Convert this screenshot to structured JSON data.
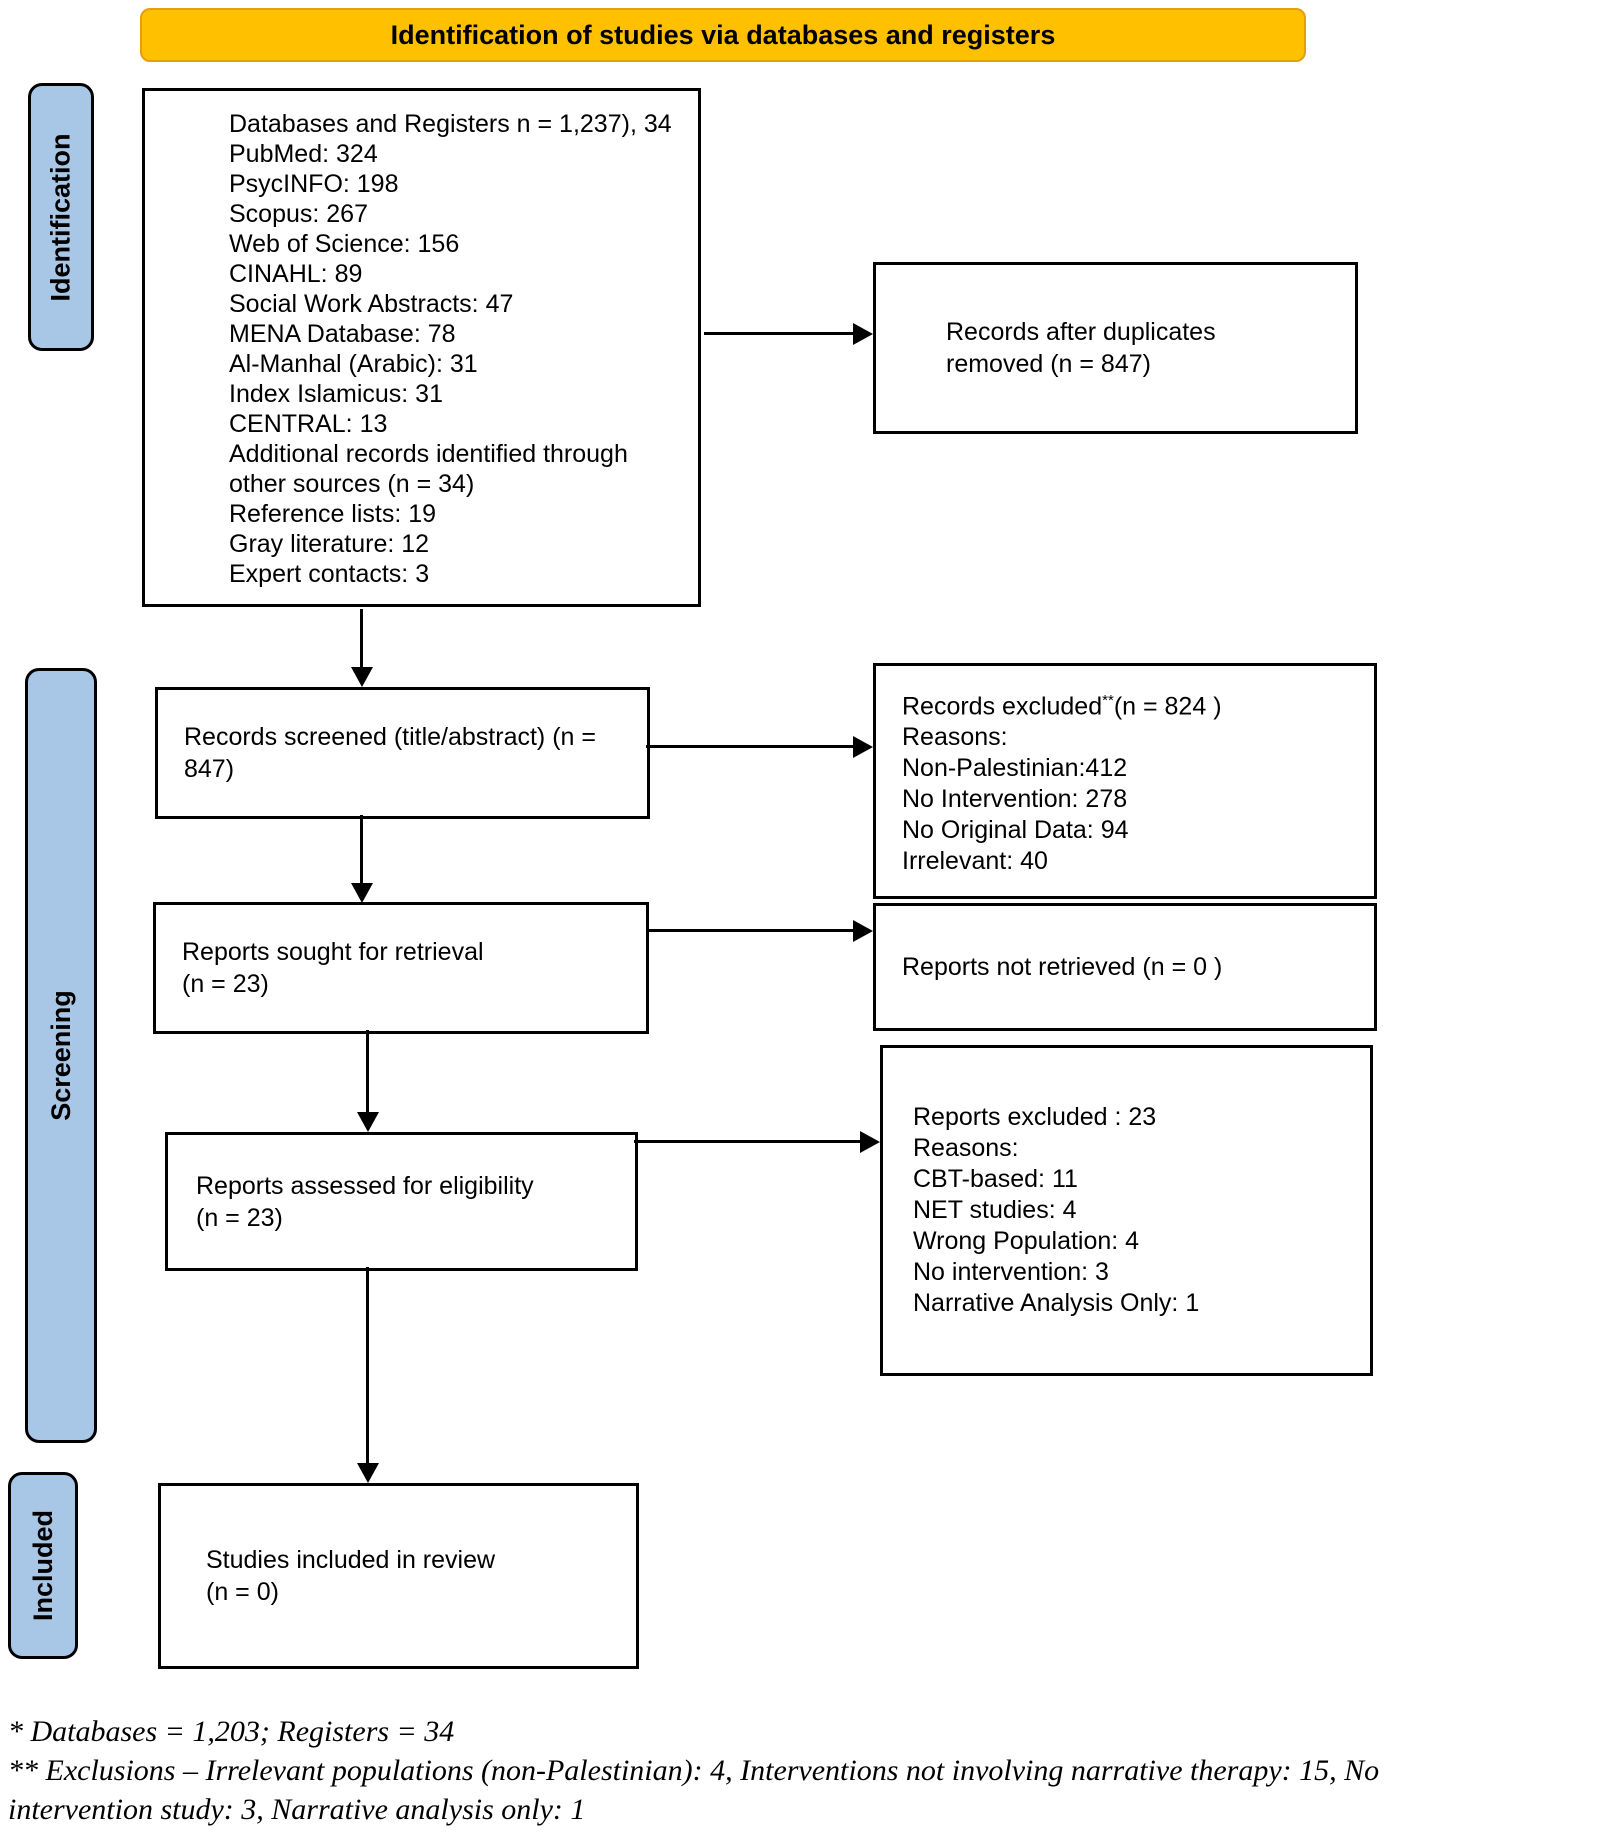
{
  "title": "Identification of studies via databases and registers",
  "colors": {
    "banner": "#FFC000",
    "banner_border": "#E3A008",
    "sidebar": "#A8C7E7"
  },
  "sidebars": {
    "identification": "Identification",
    "screening": "Screening",
    "included": "Included"
  },
  "boxes": {
    "sources": {
      "lines": [
        "Databases and Registers n = 1,237), 34",
        "PubMed: 324",
        "PsycINFO: 198",
        "Scopus: 267",
        "Web of Science: 156",
        "CINAHL: 89",
        "Social Work Abstracts: 47",
        "MENA Database: 78",
        "Al-Manhal (Arabic): 31",
        "Index Islamicus: 31",
        "CENTRAL: 13",
        "Additional records identified through",
        "other sources (n = 34)",
        "Reference lists: 19",
        "Gray literature: 12",
        "Expert contacts: 3"
      ]
    },
    "duplicates": {
      "lines": [
        "Records after duplicates",
        "removed (n = 847)"
      ]
    },
    "screened": {
      "lines": [
        "Records screened (title/abstract) (n =",
        "847)"
      ]
    },
    "records_excluded": {
      "title_prefix": "Records excluded",
      "title_sup": "**",
      "title_suffix": "(n = 824 )",
      "lines": [
        "Reasons:",
        "Non-Palestinian:412",
        "No Intervention: 278",
        "No Original Data: 94",
        "Irrelevant: 40"
      ]
    },
    "sought": {
      "lines": [
        "Reports sought for retrieval",
        "(n = 23)"
      ]
    },
    "not_retrieved": {
      "lines": [
        "Reports not retrieved (n = 0 )"
      ]
    },
    "assessed": {
      "lines": [
        "Reports assessed for eligibility",
        "(n = 23)"
      ]
    },
    "reports_excluded": {
      "lines": [
        "Reports excluded : 23",
        "Reasons:",
        "CBT-based: 11",
        "NET studies: 4",
        "Wrong Population: 4",
        "No intervention: 3",
        "Narrative Analysis Only: 1"
      ]
    },
    "included_studies": {
      "lines": [
        "Studies included in review",
        "(n = 0)"
      ]
    }
  },
  "footnotes": {
    "line1": "* Databases = 1,203; Registers = 34",
    "line2": "** Exclusions – Irrelevant populations (non-Palestinian): 4, Interventions not involving narrative therapy: 15, No intervention study: 3, Narrative analysis only: 1"
  }
}
